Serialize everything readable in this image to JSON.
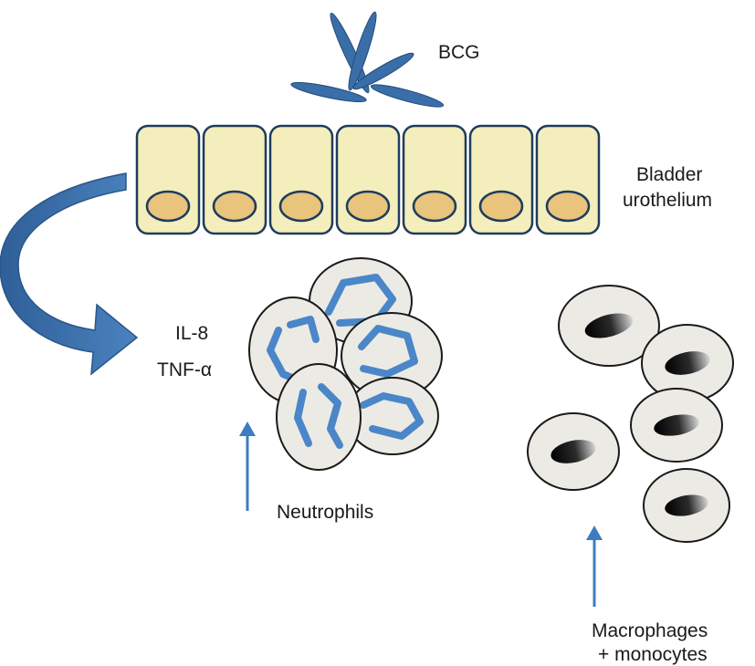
{
  "labels": {
    "bcg": "BCG",
    "bladder_line1": "Bladder",
    "bladder_line2": "urothelium",
    "il8": "IL-8",
    "tnf": "TNF-α",
    "neutrophils": "Neutrophils",
    "macrophages_line1": "Macrophages",
    "macrophages_line2": "+ monocytes"
  },
  "colors": {
    "bacteria": "#3a6ea8",
    "cell_fill": "#f3eebb",
    "nucleus_fill": "#e8c47c",
    "outline": "#1f3c5e",
    "big_arrow": "#3b6fa8",
    "thin_arrow": "#3d7cc0",
    "white_cell": "#ebeae4",
    "neutrophil_nucleus": "#4a86c8"
  }
}
